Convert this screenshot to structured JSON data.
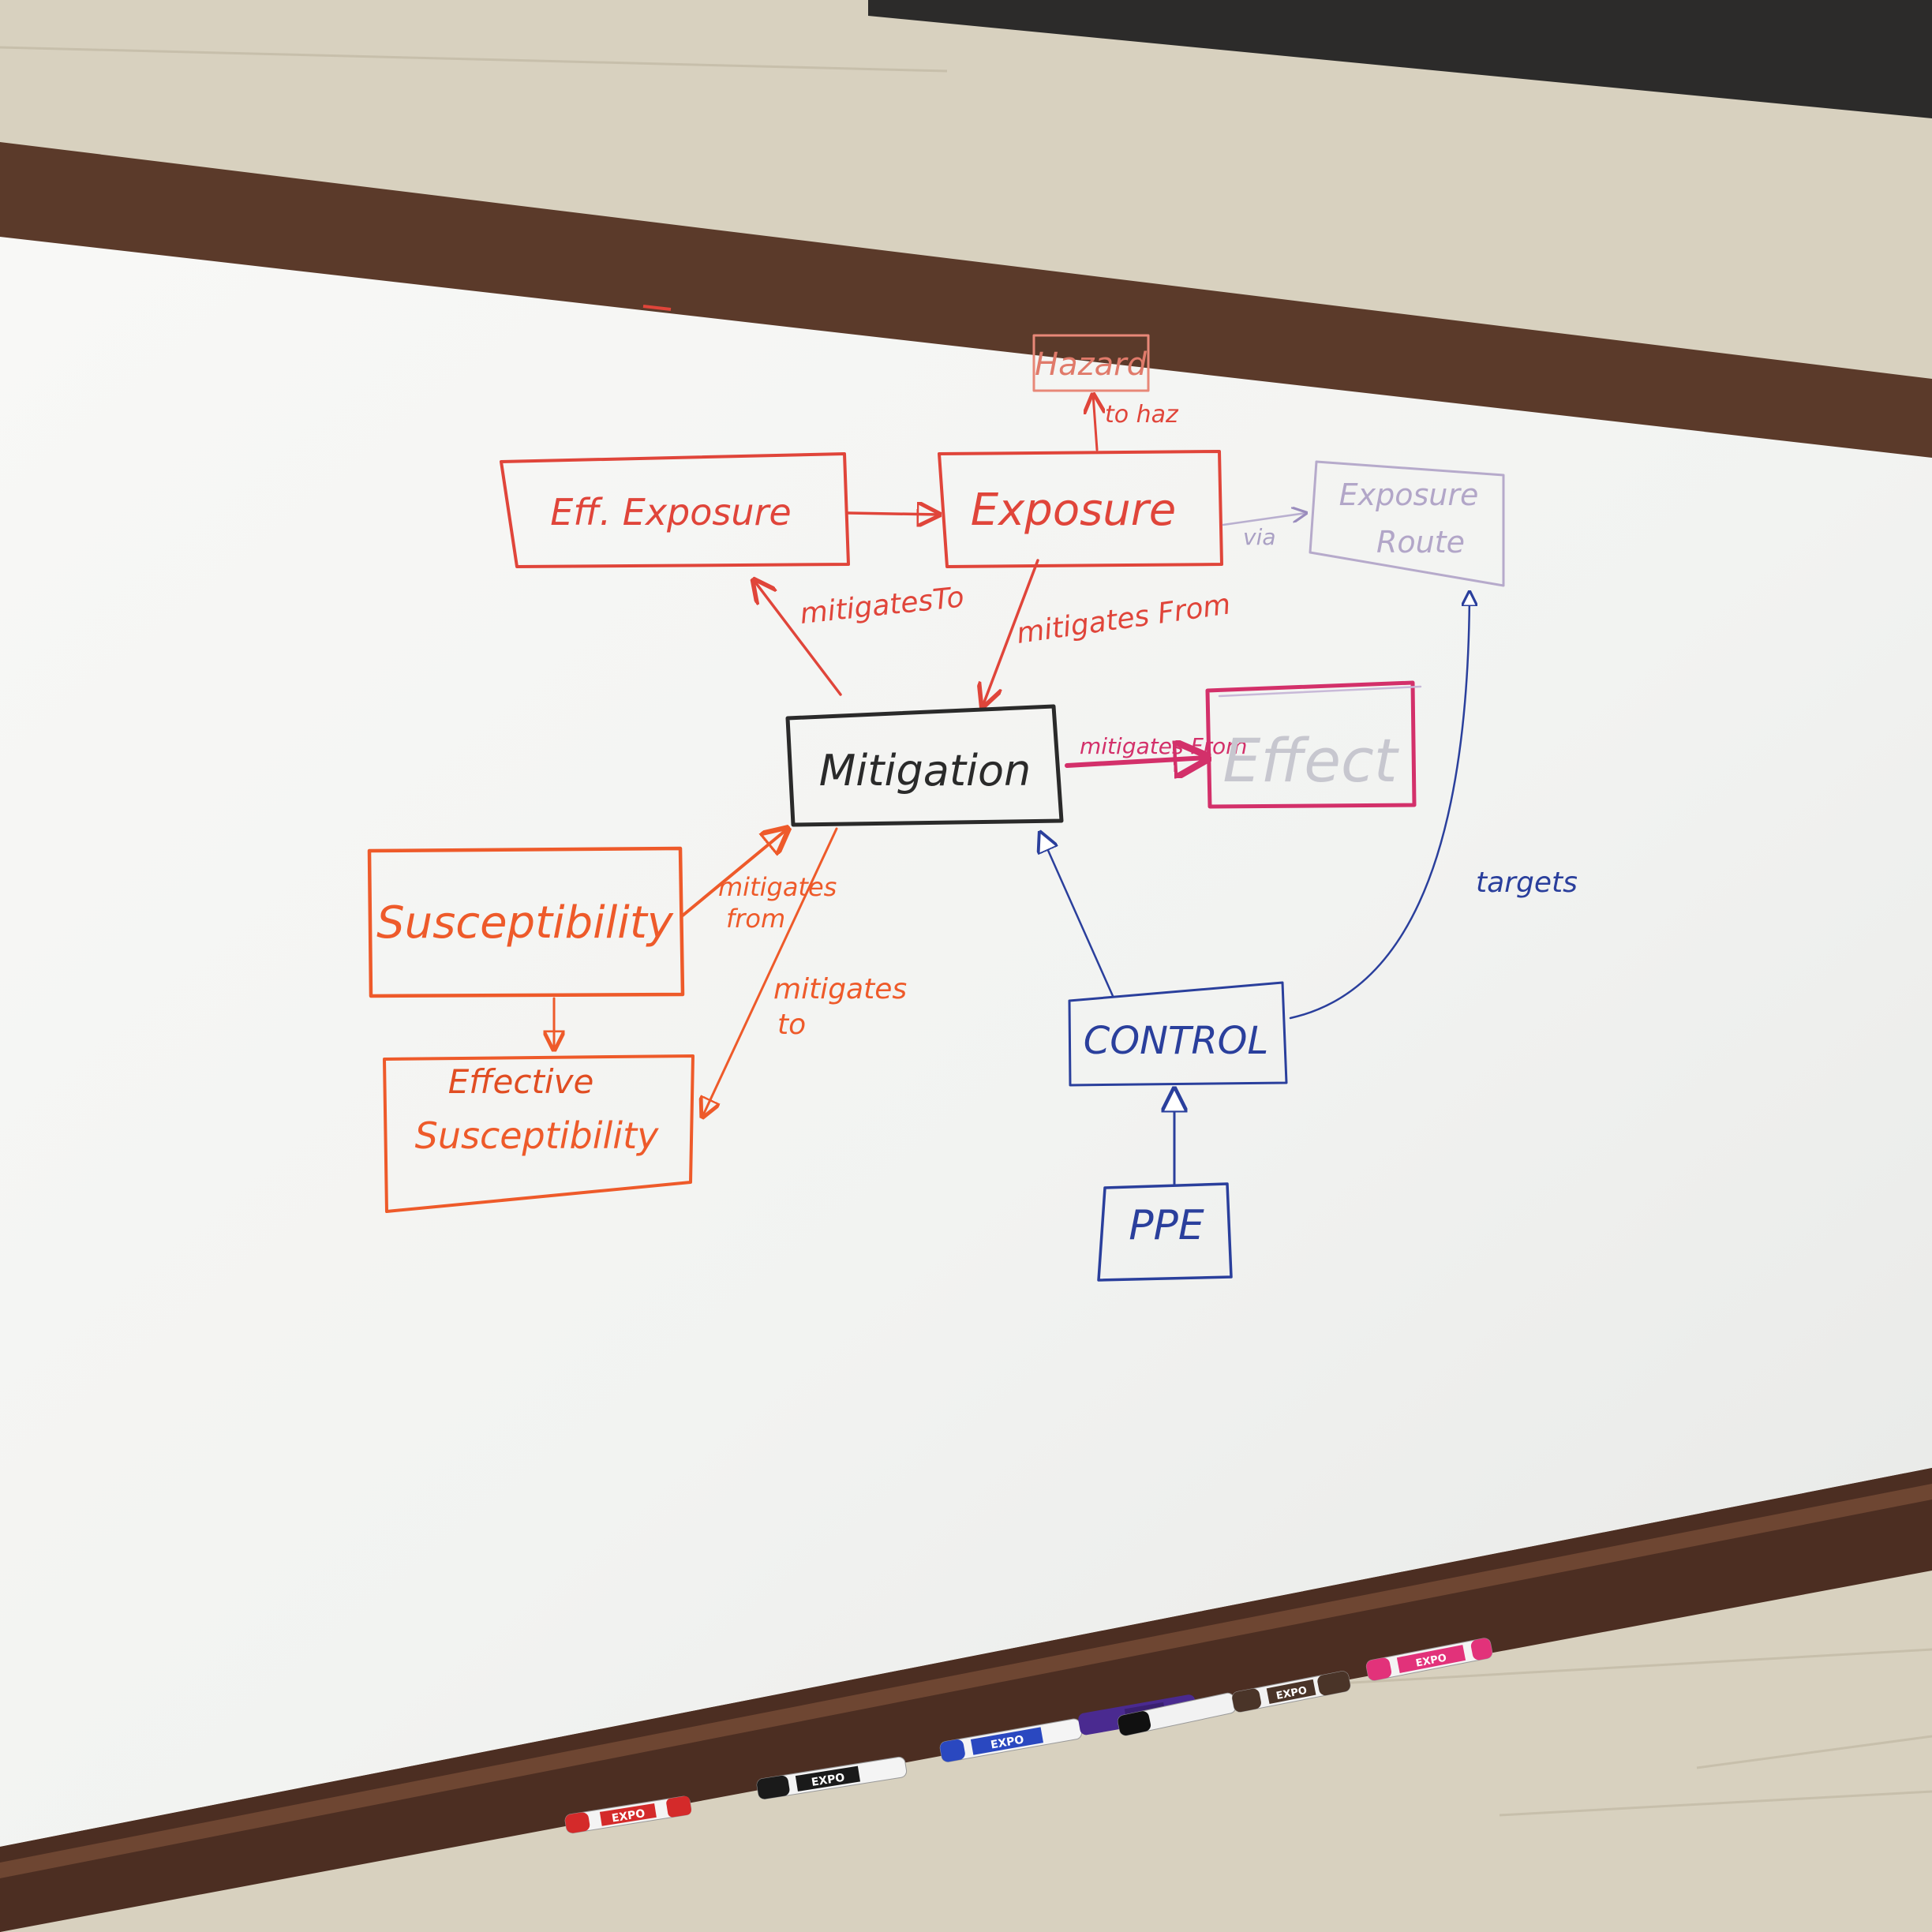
{
  "colors": {
    "red": "#e0453a",
    "orange": "#ee5a2a",
    "pink": "#d3306a",
    "black": "#2a2a2a",
    "blue": "#2a3f9c",
    "purple": "#8f7fb3",
    "frame": "#5b3a2a",
    "wall": "#d9d3c3",
    "board": "#f4f4f2"
  },
  "diagram": {
    "hazard": "Hazard",
    "to_haz": "to haz",
    "eff_exposure": "Eff. Exposure",
    "exposure": "Exposure",
    "via": "via",
    "exposure_route_line1": "Exposure",
    "exposure_route_line2": "Route",
    "mitigates_to_top": "mitigatesTo",
    "mitigates_from_top": "mitigates From",
    "mitigation": "Mitigation",
    "mitigates_from_effect": "mitigates From",
    "effect": "Effect",
    "susceptibility": "Susceptibility",
    "mitigates_from_susc_line1": "mitigates",
    "mitigates_from_susc_line2": "from",
    "mitigates_to_susc_line1": "mitigates",
    "mitigates_to_susc_line2": "to",
    "effective_susc_line1": "Effective",
    "effective_susc_line2": "Susceptibility",
    "targets": "targets",
    "control": "CONTROL",
    "ppe": "PPE"
  },
  "markers": [
    {
      "label": "EXPO",
      "color": "#d42a2a"
    },
    {
      "label": "EXPO",
      "color": "#1a1a1a"
    },
    {
      "label": "EXPO",
      "color": "#2a48c0"
    },
    {
      "label": "",
      "color": "#4a2a90"
    },
    {
      "label": "",
      "color": "#111111"
    },
    {
      "label": "EXPO",
      "color": "#4a3428"
    },
    {
      "label": "EXPO",
      "color": "#e2327a"
    }
  ]
}
